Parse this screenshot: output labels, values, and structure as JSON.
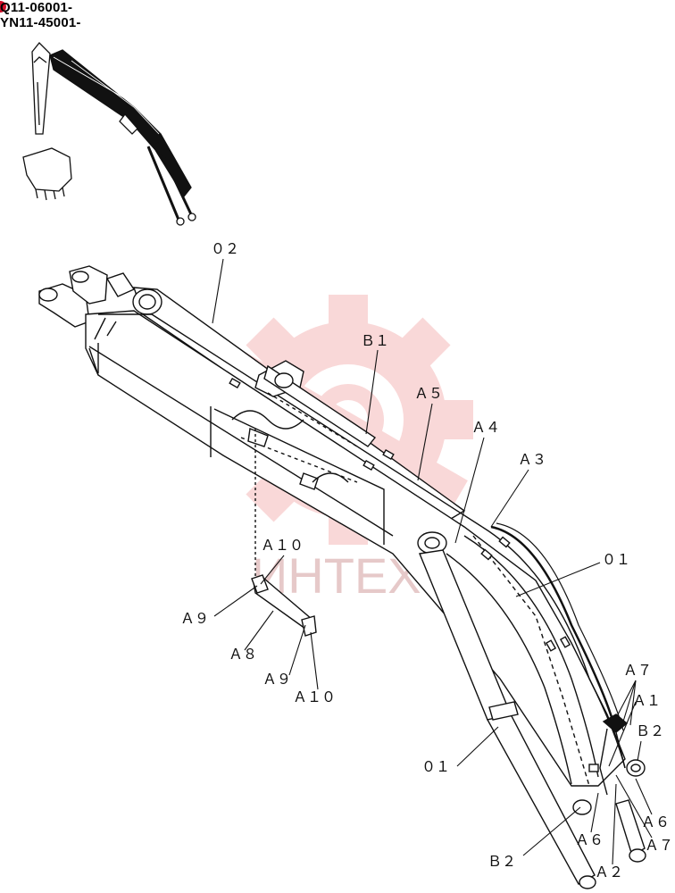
{
  "header": {
    "serial_1": "Q11-06001-",
    "serial_2": "YN11-45001-"
  },
  "watermark": {
    "text": "ИНТЕХ",
    "color": "#f3c4c4"
  },
  "callouts": {
    "c02": "０２",
    "b1": "Ｂ１",
    "a5": "Ａ５",
    "a4": "Ａ４",
    "a3": "Ａ３",
    "c01_top": "０１",
    "a10_top": "Ａ１０",
    "a9_left": "Ａ９",
    "a8": "Ａ８",
    "a9_bottom": "Ａ９",
    "a10_bottom": "Ａ１０",
    "a7_top": "Ａ７",
    "a1": "Ａ１",
    "b2_right": "Ｂ２",
    "c01_bottom": "０１",
    "a6_right": "Ａ６",
    "a7_bottom": "Ａ７",
    "a6_bottom": "Ａ６",
    "a2": "Ａ２",
    "b2_bottom": "Ｂ２"
  },
  "colors": {
    "marker": "#d0102a",
    "ink": "#111111"
  }
}
